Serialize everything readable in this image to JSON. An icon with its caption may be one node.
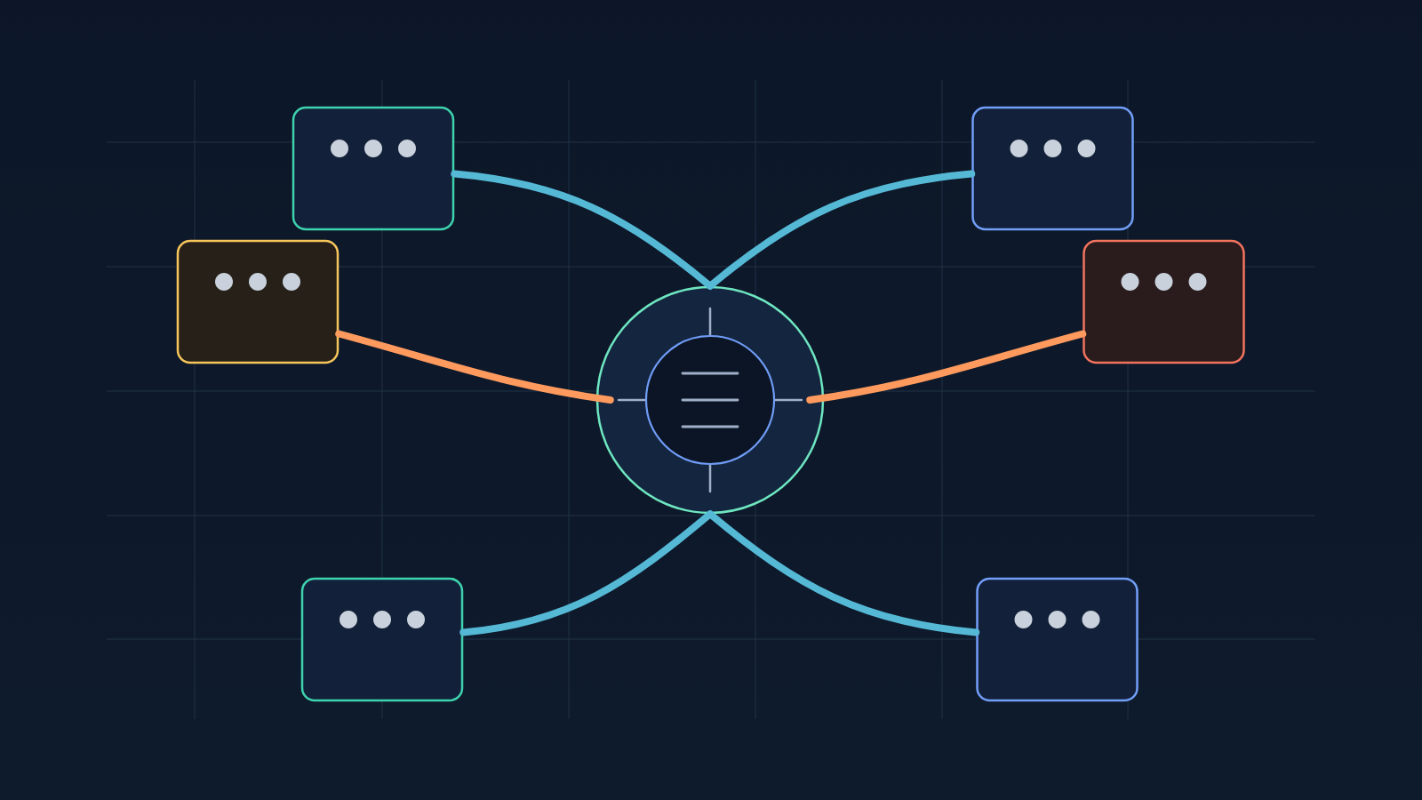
{
  "diagram": {
    "nodes": [
      {
        "text": [],
        "shape": "box"
      },
      {
        "text": [],
        "shape": "box"
      },
      {
        "text": [],
        "shape": "box"
      },
      {
        "text": [],
        "shape": "box"
      },
      {
        "text": [],
        "shape": "circle"
      },
      {
        "text": [],
        "shape": "box"
      },
      {
        "text": [],
        "shape": "box"
      }
    ],
    "edges": [
      {
        "from": 0,
        "to": 4,
        "arrow": "none"
      },
      {
        "from": 1,
        "to": 4,
        "arrow": "none"
      },
      {
        "from": 2,
        "to": 4,
        "arrow": "none",
        "color": "#ff9a5e"
      },
      {
        "from": 3,
        "to": 4,
        "arrow": "none",
        "color": "#ff9a5e"
      },
      {
        "from": 5,
        "to": 4,
        "arrow": "none"
      },
      {
        "from": 6,
        "to": 4,
        "arrow": "none"
      }
    ]
  }
}
